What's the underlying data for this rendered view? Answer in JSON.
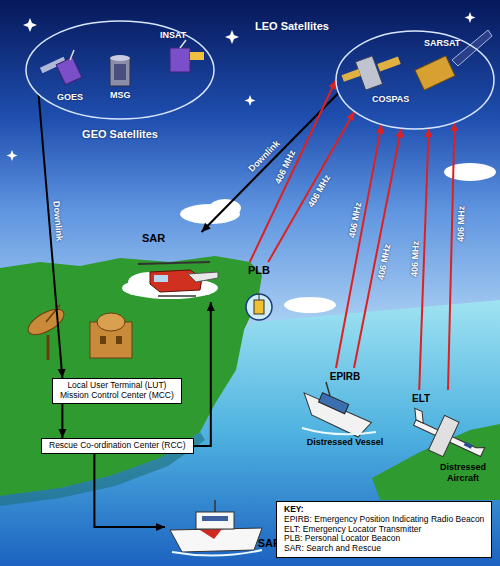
{
  "diagram": {
    "nodes": [
      {
        "text": [
          "GEO Satellites"
        ]
      },
      {
        "text": [
          "LEO Satellites"
        ]
      },
      {
        "text": [
          "SAR"
        ]
      },
      {
        "text": [
          "PLB"
        ]
      },
      {
        "text": [
          "EPIRB",
          "Distressed Vessel"
        ]
      },
      {
        "text": [
          "ELT",
          "Distressed Aircraft"
        ]
      },
      {
        "text": [
          "Local User Terminal (LUT)",
          "Mission Control Center (MCC)"
        ]
      },
      {
        "text": [
          "Rescue Co-ordination Center (RCC)"
        ]
      },
      {
        "text": [
          "SAR"
        ]
      },
      {
        "text": [
          "KEY:",
          "EPIRB: Emergency Position Indicating Radio Beacon",
          "ELT: Emergency Locator Transmitter",
          "PLB: Personal Locator Beacon",
          "SAR: Search and Rescue"
        ]
      }
    ],
    "edges": [
      {
        "from": 0,
        "to": 6,
        "label": "Downlink",
        "arrow": "to"
      },
      {
        "from": 1,
        "to": 2,
        "label": "Downlink",
        "arrow": "to"
      },
      {
        "from": 6,
        "to": 7,
        "arrow": "to"
      },
      {
        "from": 7,
        "to": 2,
        "arrow": "to"
      },
      {
        "from": 7,
        "to": 8,
        "arrow": "to"
      },
      {
        "from": 3,
        "to": 1,
        "label": "406 MHz",
        "arrow": "to"
      },
      {
        "from": 3,
        "to": 1,
        "label": "406 MHz",
        "arrow": "to"
      },
      {
        "from": 4,
        "to": 1,
        "label": "406 MHz",
        "arrow": "to"
      },
      {
        "from": 4,
        "to": 1,
        "label": "406 MHz",
        "arrow": "to"
      },
      {
        "from": 5,
        "to": 1,
        "label": "406 MHz",
        "arrow": "to"
      },
      {
        "from": 5,
        "to": 1,
        "label": "406 MHz",
        "arrow": "to"
      }
    ],
    "labels": [
      "GOES",
      "MSG",
      "INSAT",
      "COSPAS",
      "SARSAT"
    ]
  }
}
